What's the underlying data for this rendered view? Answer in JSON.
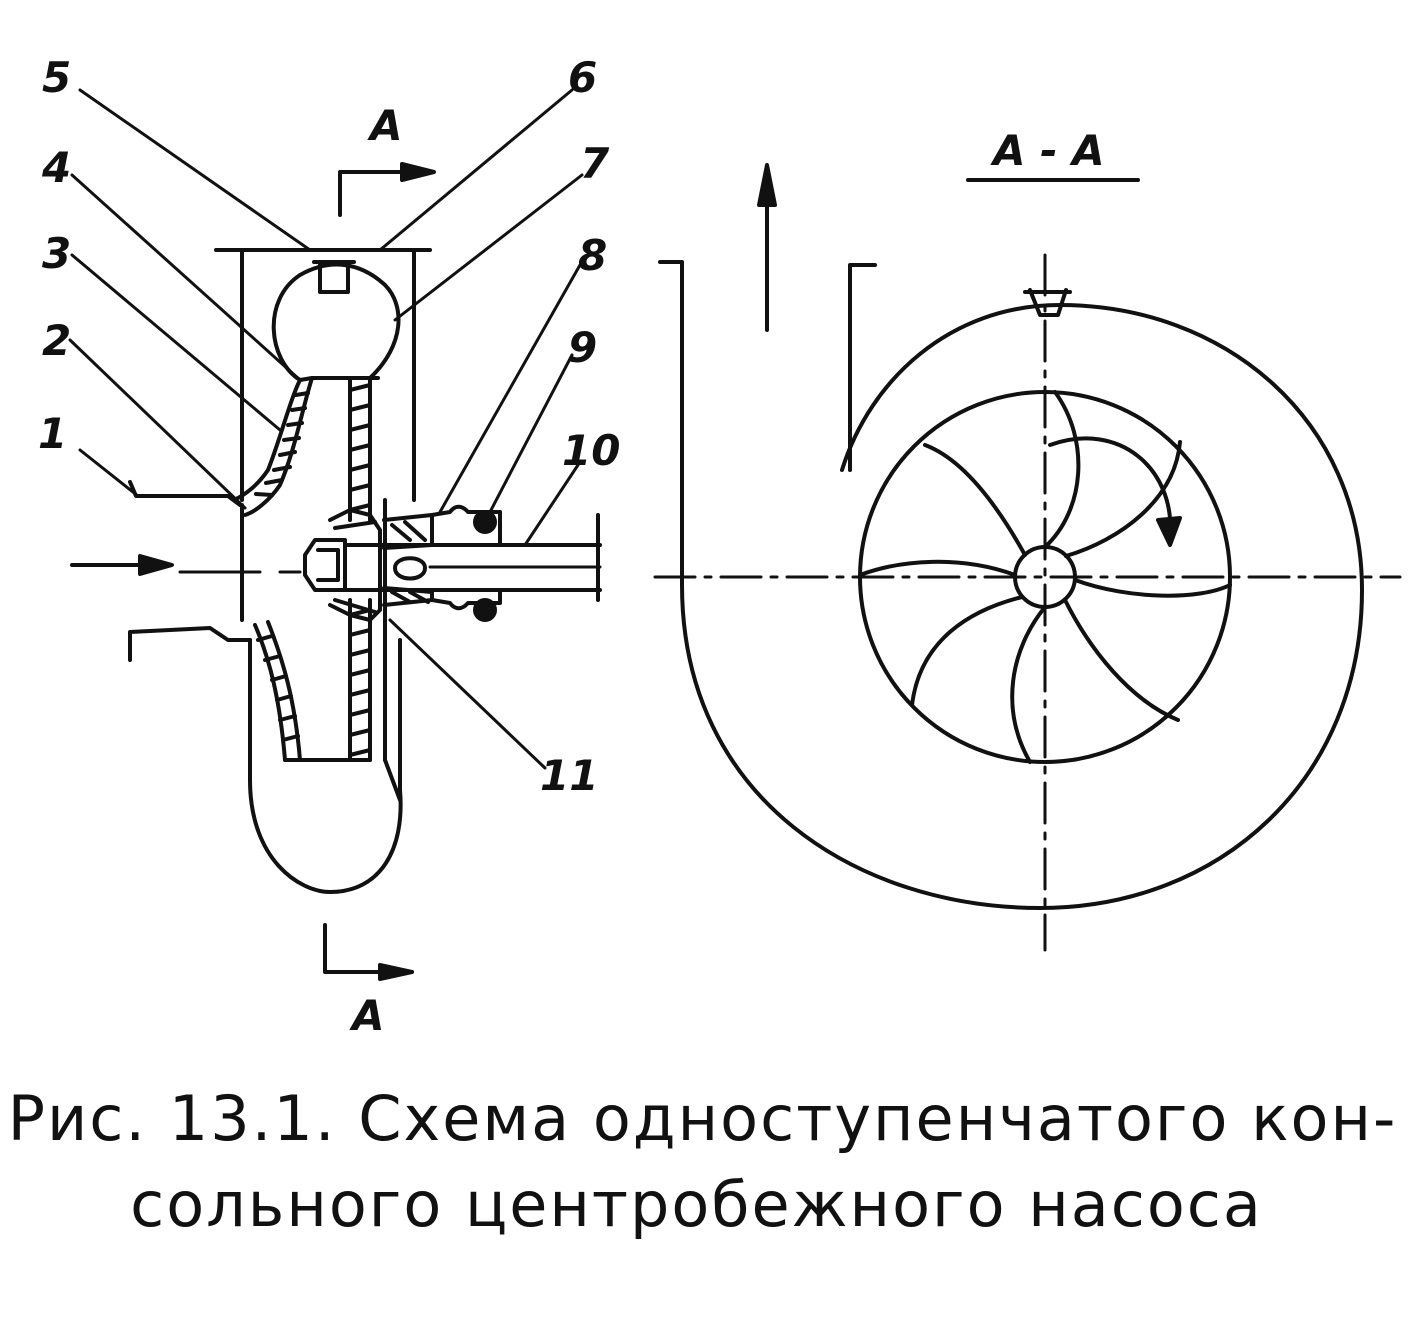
{
  "figure": {
    "callouts": [
      "5",
      "4",
      "3",
      "2",
      "1",
      "6",
      "7",
      "8",
      "9",
      "10",
      "11"
    ],
    "section_marks": {
      "top": "A",
      "bottom": "A",
      "view_title": "A - A"
    },
    "line_color": "#111111",
    "background": "#ffffff"
  },
  "caption": {
    "line1": "Рис. 13.1. Схема одноступенчатого кон-",
    "line2": "сольного центробежного насоса"
  }
}
